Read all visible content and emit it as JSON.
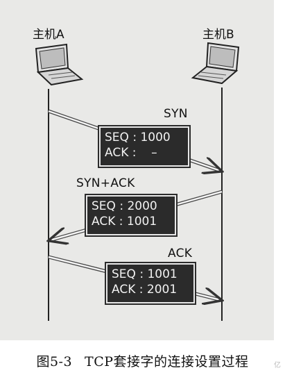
{
  "hosts": {
    "left": "主机A",
    "right": "主机B"
  },
  "messages": [
    {
      "label": "SYN",
      "seq_label": "SEQ : 1000",
      "ack_label": "ACK :    –"
    },
    {
      "label": "SYN+ACK",
      "seq_label": "SEQ : 2000",
      "ack_label": "ACK : 1001"
    },
    {
      "label": "ACK",
      "seq_label": "SEQ : 1001",
      "ack_label": "ACK : 2001"
    }
  ],
  "caption": {
    "number": "图5-3",
    "text": "TCP套接字的连接设置过程"
  },
  "watermark": "亿"
}
